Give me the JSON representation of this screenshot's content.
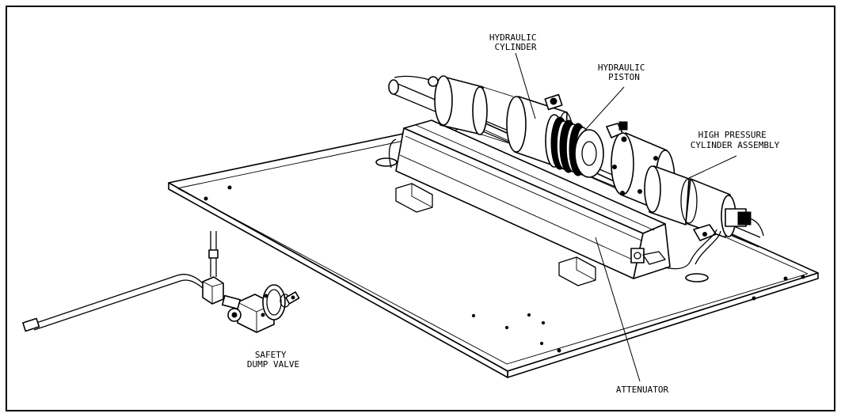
{
  "labels": {
    "hydraulic_cylinder": [
      "HYDRAULIC",
      "CYLINDER"
    ],
    "hydraulic_piston": [
      "HYDRAULIC",
      "PISTON"
    ],
    "high_pressure_cylinder_assembly": [
      "HIGH PRESSURE",
      "CYLINDER ASSEMBLY"
    ],
    "attenuator": "ATTENUATOR",
    "safety_dump_valve": [
      "SAFETY",
      "DUMP VALVE"
    ]
  }
}
